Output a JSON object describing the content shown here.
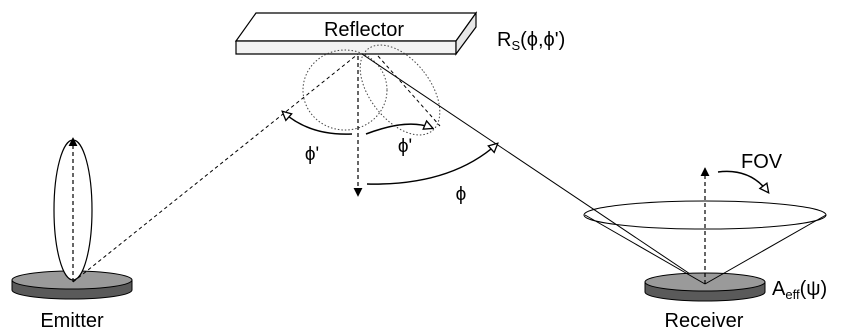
{
  "labels": {
    "reflector": "Reflector",
    "reflectance": {
      "main": "R",
      "sub": "S",
      "args": "(ϕ,ϕ')"
    },
    "phi_prime_left": "ϕ'",
    "phi_prime_right": "ϕ'",
    "phi": "ϕ",
    "fov": "FOV",
    "effective_area": {
      "main": "A",
      "sub": "eff",
      "args": "(ψ)"
    },
    "emitter": "Emitter",
    "receiver": "Receiver"
  },
  "colors": {
    "ink": "#000000",
    "surface_top": "#ffffff",
    "surface_side": "#f2f2f2",
    "base_top": "#9a9a9a",
    "base_side": "#5a5a5a",
    "lobe_dotted": "#444444"
  }
}
